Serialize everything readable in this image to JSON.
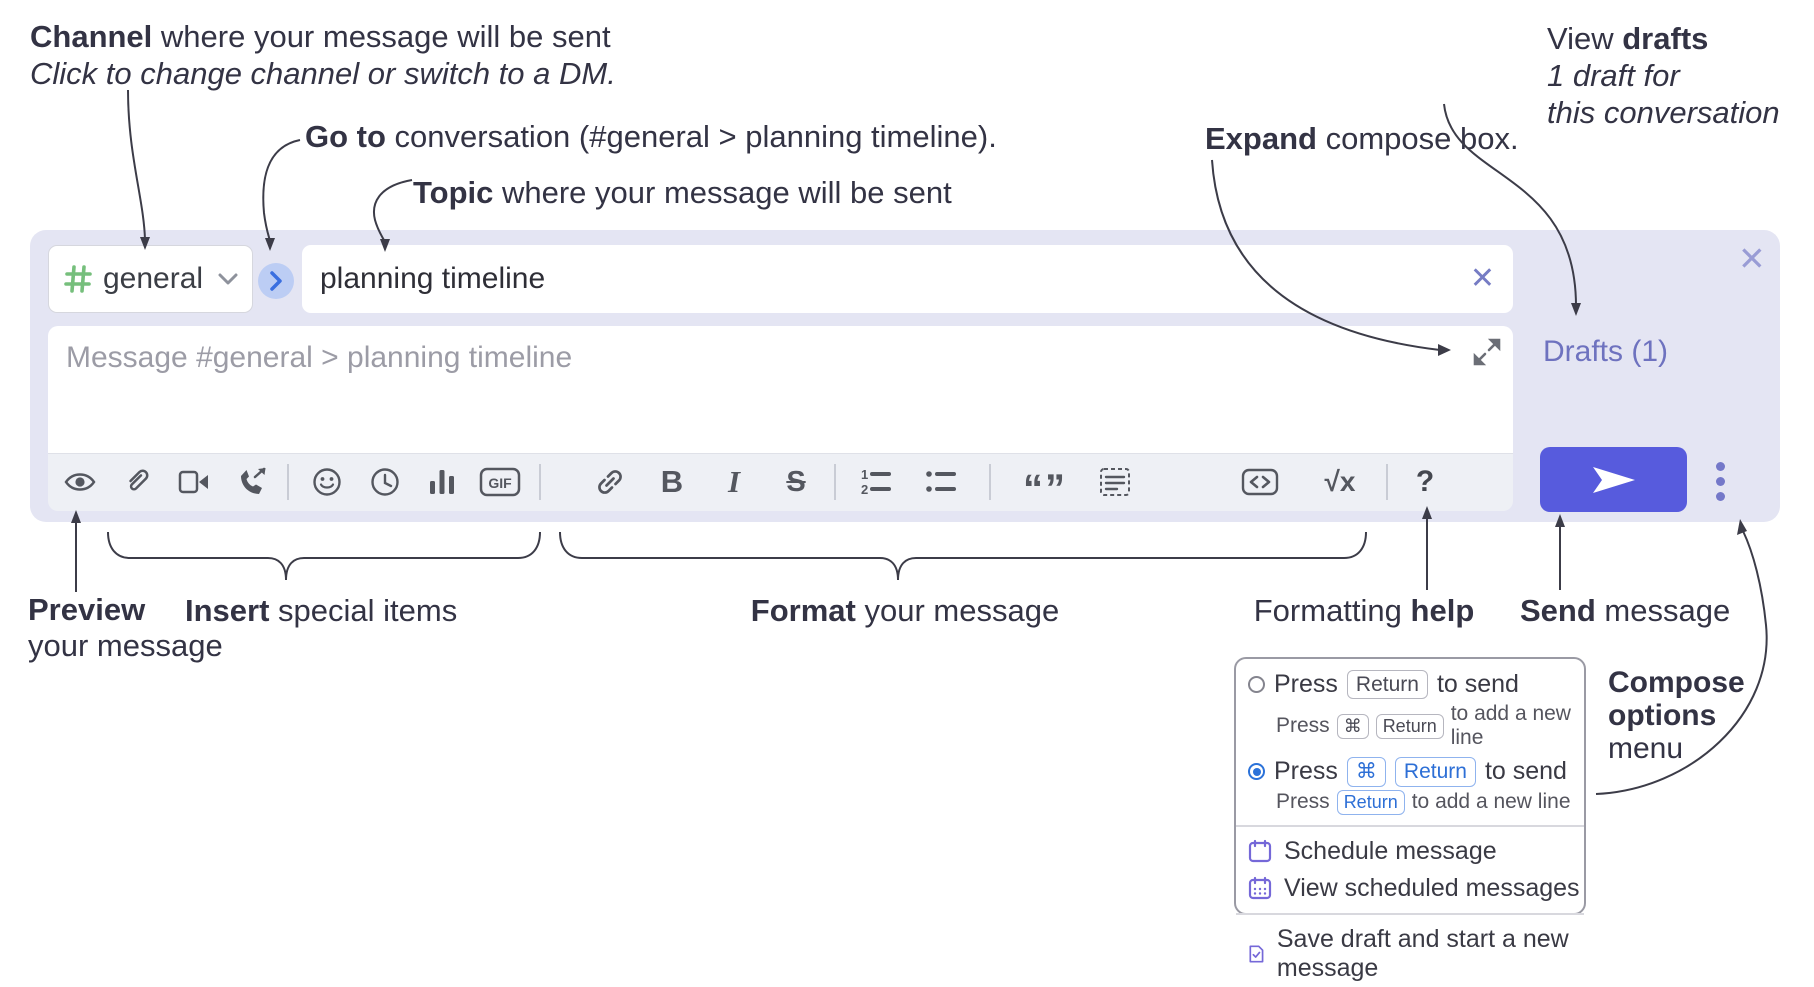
{
  "annotations": {
    "channel": {
      "bold": "Channel",
      "rest": " where your message will be sent",
      "sub": "Click to change channel or switch to a DM."
    },
    "goto": {
      "bold": "Go to",
      "rest": " conversation (#general > planning timeline)."
    },
    "topic": {
      "bold": "Topic",
      "rest": " where your message will be sent"
    },
    "expand": {
      "bold": "Expand",
      "rest": " compose box."
    },
    "drafts": {
      "pre": "View ",
      "bold": "drafts",
      "line2": "1 draft for",
      "line3": "this conversation"
    },
    "preview": {
      "bold": "Preview",
      "line2": "your message"
    },
    "insert": {
      "bold": "Insert",
      "rest": " special items"
    },
    "format": {
      "bold": "Format",
      "rest": " your message"
    },
    "help": {
      "pre": "Formatting ",
      "bold": "help"
    },
    "send": {
      "bold": "Send",
      "rest": " message"
    },
    "compose_options": {
      "line1": "Compose",
      "line2": "options",
      "line3": "menu"
    }
  },
  "composer": {
    "channel_name": "general",
    "topic_value": "planning timeline",
    "clear_topic_label": "✕",
    "close_label": "✕",
    "message_placeholder": "Message #general > planning timeline",
    "drafts_link": "Drafts (1)",
    "toolbar_icons": [
      "eye",
      "paperclip",
      "video-camera",
      "phone-call",
      "emoji",
      "clock",
      "poll",
      "gif",
      "link",
      "bold",
      "italic",
      "strikethrough",
      "numbered-list",
      "bulleted-list",
      "quote",
      "spoiler",
      "code",
      "math",
      "help"
    ],
    "gif_label": "GIF",
    "bold_label": "B",
    "italic_label": "I",
    "strike_label": "S",
    "quote_label": "“”",
    "math_label": "√x",
    "help_label": "?"
  },
  "popup": {
    "rows": [
      {
        "press": "Press",
        "keys": [
          "Return"
        ],
        "suffix": "to send"
      },
      {
        "press": "Press",
        "keys": [
          "⌘",
          "Return"
        ],
        "suffix": "to add a new line"
      },
      {
        "press": "Press",
        "keys": [
          "⌘",
          "Return"
        ],
        "suffix": "to send"
      },
      {
        "press": "Press",
        "keys": [
          "Return"
        ],
        "suffix": "to add a new line"
      }
    ],
    "selected_option": "Press ⌘ Return to send",
    "menu": [
      {
        "label": "Schedule message"
      },
      {
        "label": "View scheduled messages"
      },
      {
        "label": "Save draft and start a new message"
      }
    ]
  },
  "colors": {
    "compose_bg": "#e4e5f3",
    "toolbar_bg": "#eef0f5",
    "send_button": "#575bdd",
    "drafts_link": "#6e72bf",
    "hash_green": "#76bf7c",
    "goto_circle_bg": "#bccdf4",
    "goto_chevron": "#3a6fe0",
    "kbd_blue": "#2d6fd6",
    "radio_blue": "#2b72d9",
    "menu_icon_purple": "#7568d8",
    "annotation_text": "#333344"
  }
}
